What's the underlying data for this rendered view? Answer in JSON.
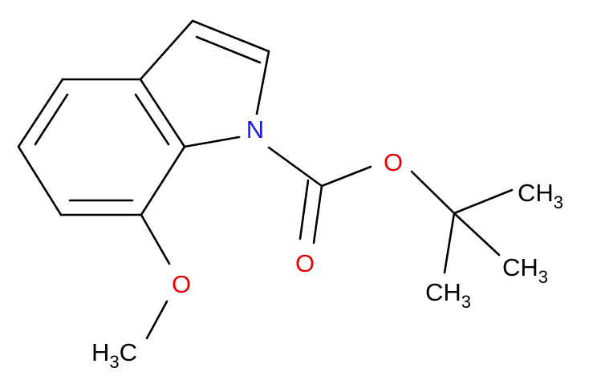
{
  "colors": {
    "bond": "#000000",
    "nitrogen": "#1a1ae6",
    "oxygen": "#e60000",
    "carbon_label": "#000000"
  },
  "atoms": {
    "n1": {
      "main": "N"
    },
    "o_ester": {
      "main": "O"
    },
    "o_carbonyl": {
      "main": "O"
    },
    "o_methoxy": {
      "main": "O"
    },
    "ch3_top": {
      "main": "CH",
      "sub": "3"
    },
    "ch3_mid": {
      "main": "CH",
      "sub": "3"
    },
    "ch3_bottom": {
      "main": "CH",
      "sub": "3"
    },
    "h3c_methoxy": {
      "pre": "H",
      "sub": "3",
      "main": "C"
    }
  }
}
